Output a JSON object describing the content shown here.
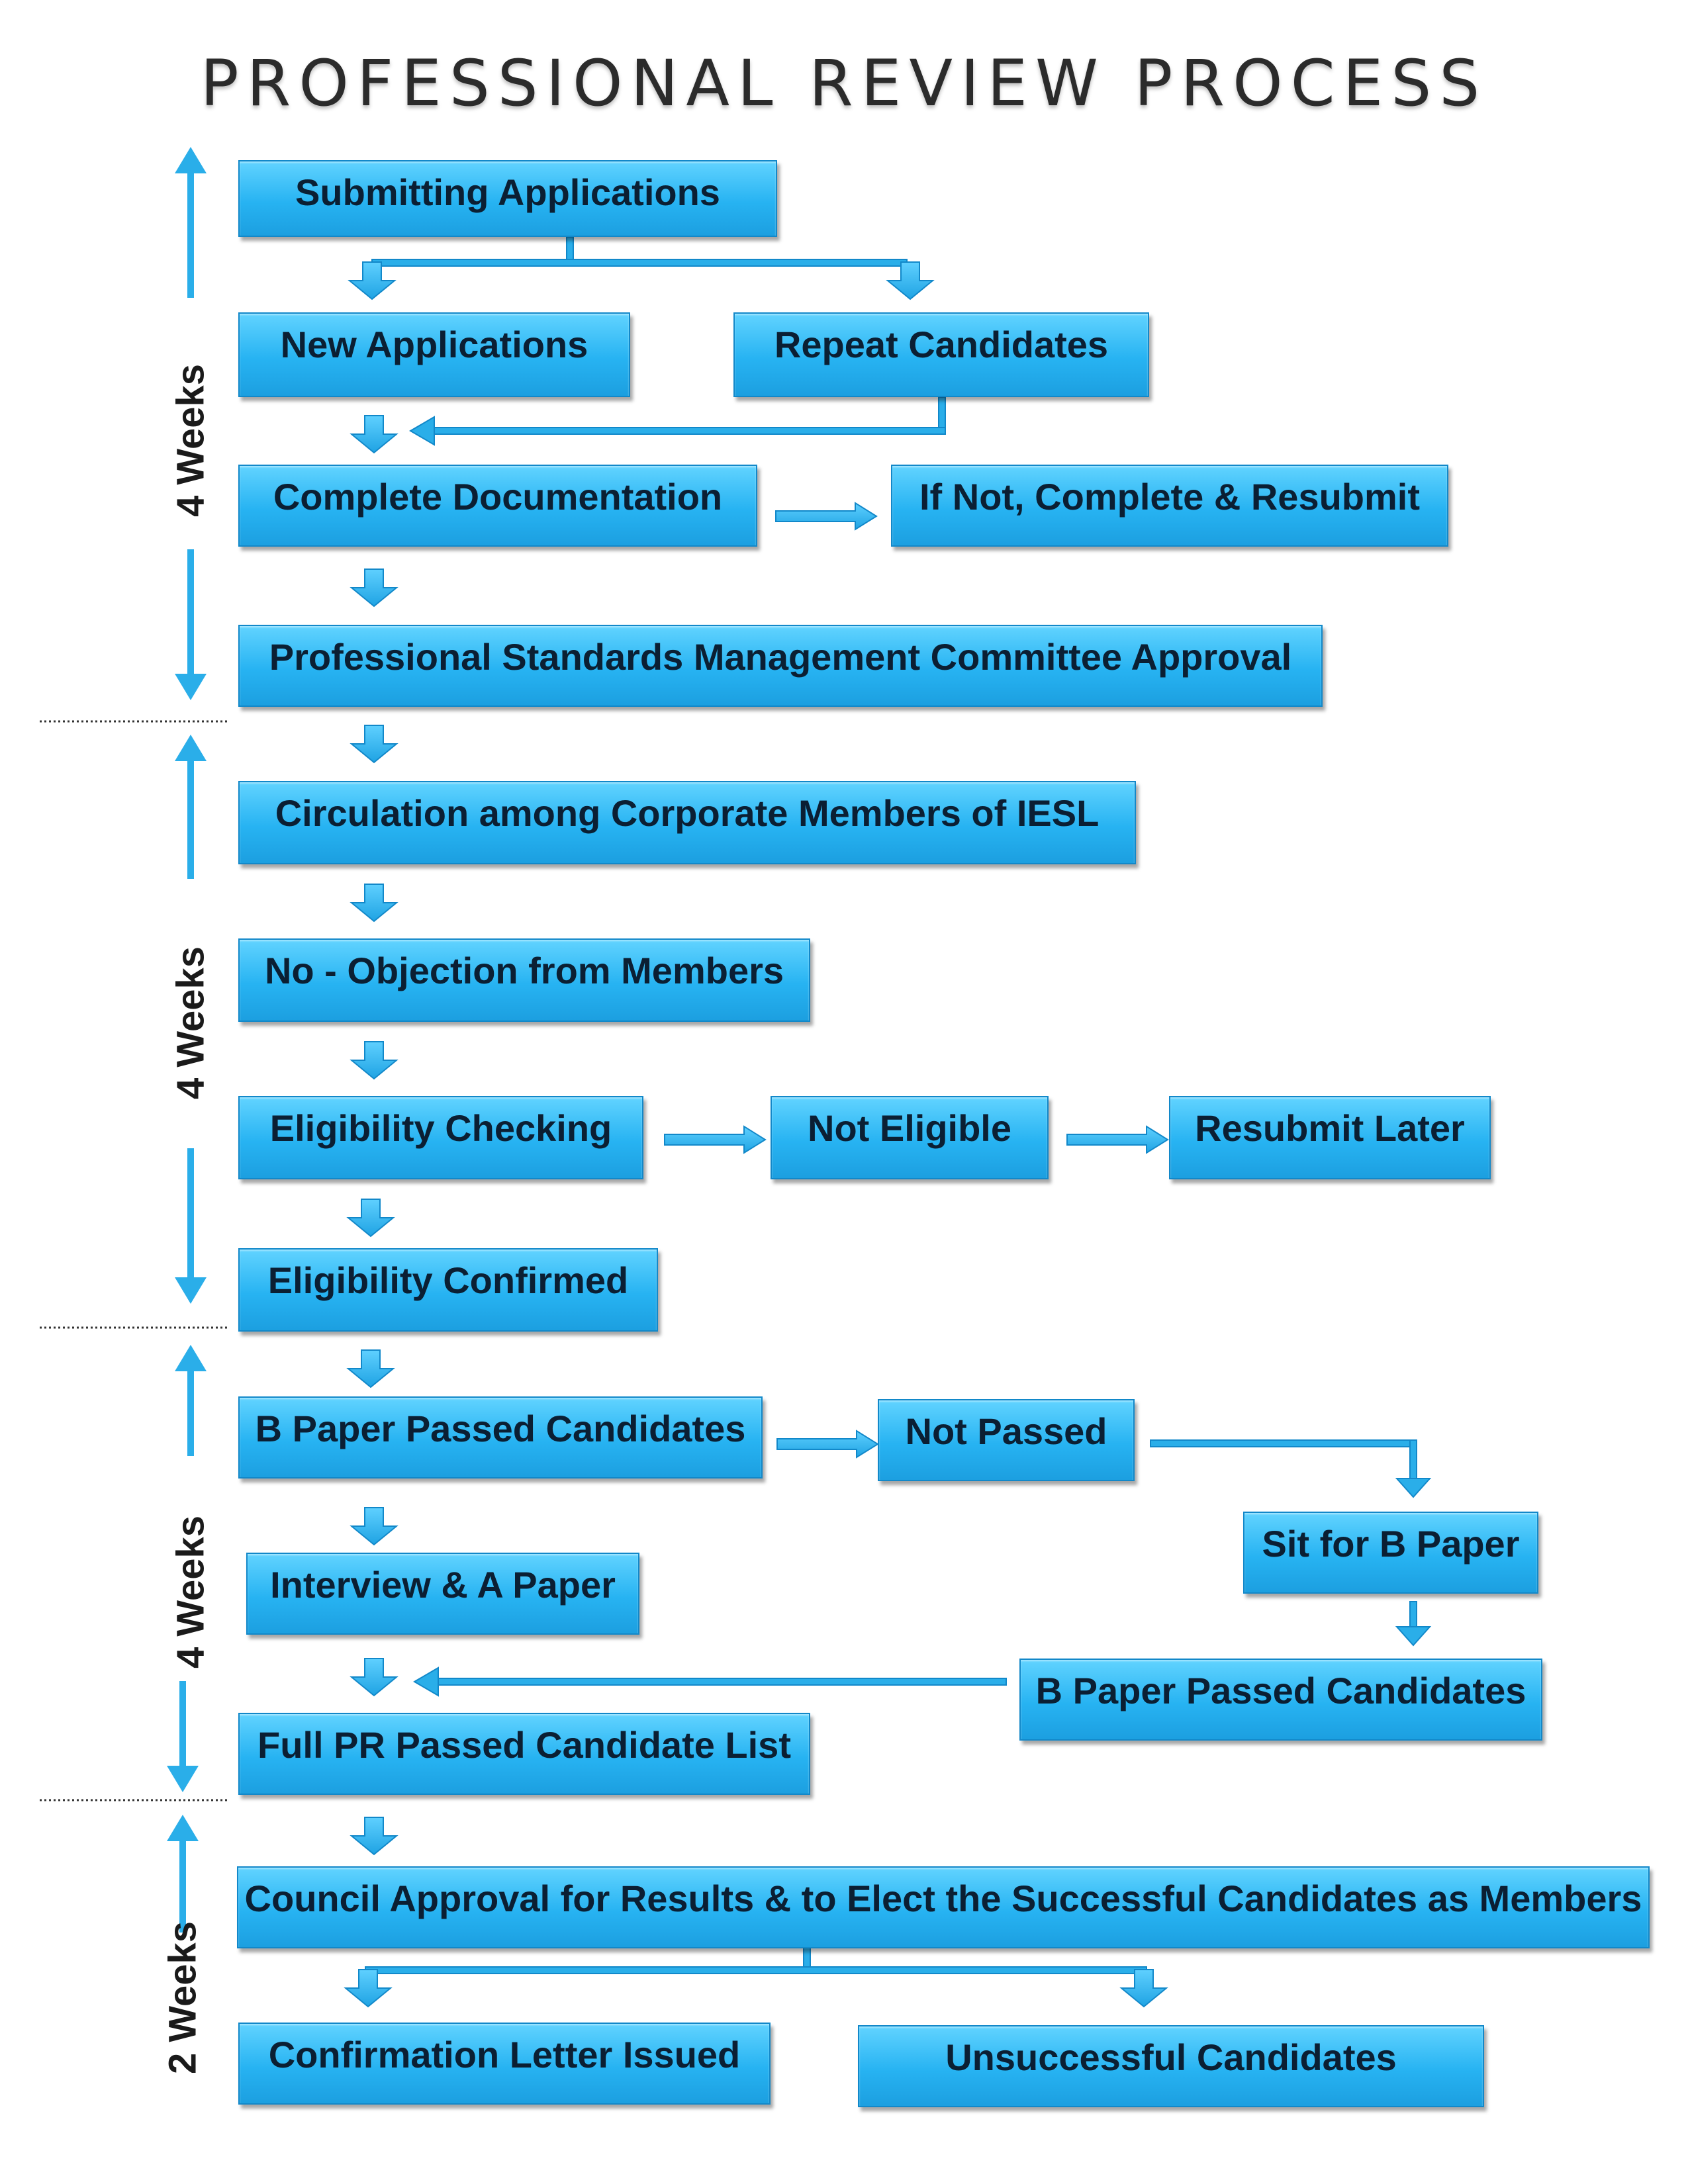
{
  "title": "PROFESSIONAL REVIEW PROCESS",
  "colors": {
    "box_fill": "#27b3f2",
    "box_border": "#1288c9",
    "arrow": "#2aaee9",
    "text": "#0b1f33",
    "divider": "#333333"
  },
  "timeline": [
    {
      "label": "4 Weeks"
    },
    {
      "label": "4 Weeks"
    },
    {
      "label": "4 Weeks"
    },
    {
      "label": "2 Weeks"
    }
  ],
  "boxes": {
    "submitting_applications": "Submitting Applications",
    "new_applications": "New Applications",
    "repeat_candidates": "Repeat Candidates",
    "complete_documentation": "Complete Documentation",
    "if_not_complete_resubmit": "If Not, Complete & Resubmit",
    "psmc_approval": "Professional Standards Management Committee Approval",
    "circulation": "Circulation among Corporate Members of IESL",
    "no_objection": "No - Objection from Members",
    "eligibility_checking": "Eligibility Checking",
    "not_eligible": "Not Eligible",
    "resubmit_later": "Resubmit Later",
    "eligibility_confirmed": "Eligibility Confirmed",
    "b_paper_passed_candidates": "B Paper Passed Candidates",
    "not_passed": "Not Passed",
    "sit_for_b_paper": "Sit for B Paper",
    "interview_a_paper": "Interview & A Paper",
    "b_paper_passed_candidates_2": "B Paper Passed Candidates",
    "full_pr_passed_list": "Full PR Passed Candidate List",
    "council_approval": "Council Approval for Results & to Elect the Successful Candidates as Members",
    "confirmation_letter": "Confirmation Letter Issued",
    "unsuccessful_candidates": "Unsuccessful Candidates"
  }
}
